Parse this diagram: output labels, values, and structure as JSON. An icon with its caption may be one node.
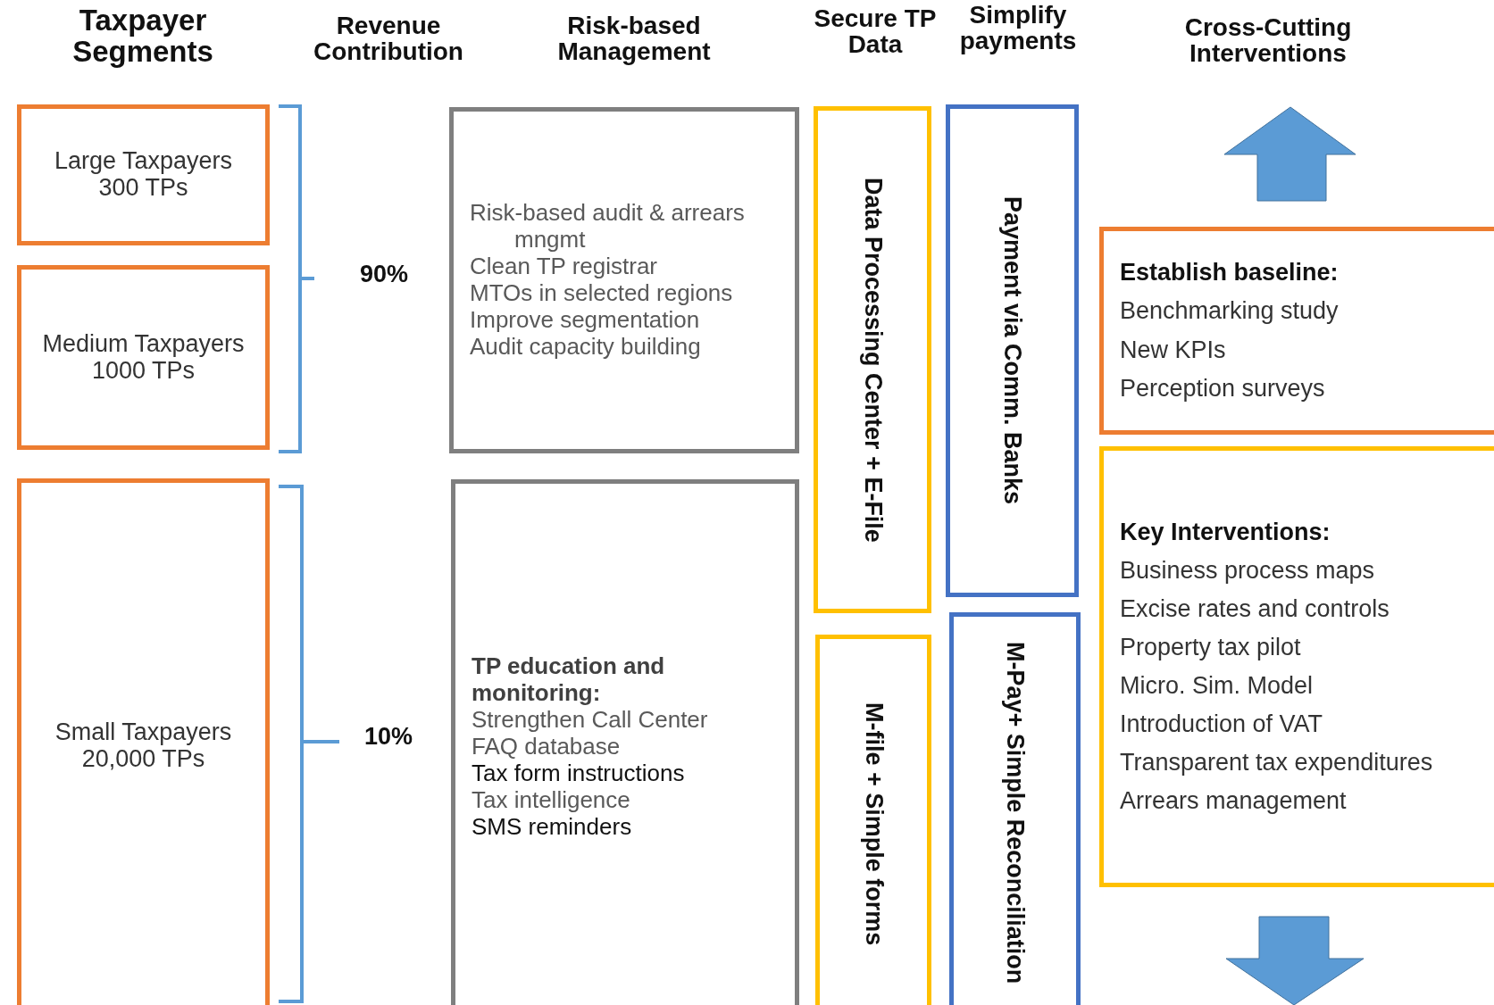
{
  "diagram": {
    "nodes": [
      {
        "text": [
          "Large Taxpayers",
          "300 TPs"
        ]
      },
      {
        "text": [
          "Medium Taxpayers",
          "1000 TPs"
        ]
      },
      {
        "text": [
          "Small Taxpayers",
          "20,000 TPs"
        ]
      },
      {
        "text": [
          "Risk-based audit & arrears mngmt",
          "Clean TP registrar",
          "MTOs in selected regions",
          "Improve segmentation",
          "Audit capacity building"
        ]
      },
      {
        "text": [
          "TP education and monitoring:",
          "Strengthen Call Center",
          "FAQ database",
          "Tax form instructions",
          "Tax intelligence",
          "SMS reminders"
        ]
      },
      {
        "text": [
          "Data Processing Center + E-File"
        ]
      },
      {
        "text": [
          "M-file + Simple forms"
        ]
      },
      {
        "text": [
          "Payment via Comm. Banks"
        ]
      },
      {
        "text": [
          "M-Pay+ Simple Reconciliation"
        ]
      },
      {
        "text": [
          "Establish baseline:",
          "Benchmarking study",
          "New KPIs",
          "Perception surveys"
        ]
      },
      {
        "text": [
          "Key Interventions:",
          "Business process maps",
          "Excise rates and controls",
          "Property tax pilot",
          "Micro. Sim. Model",
          "Introduction  of VAT",
          "Transparent tax expenditures",
          "Arrears management"
        ]
      }
    ],
    "labels": [
      "Taxpayer Segments",
      "Revenue Contribution",
      "Risk-based Management",
      "Secure TP Data",
      "Simplify payments",
      "Cross-Cutting Interventions",
      "90%",
      "10%"
    ]
  }
}
